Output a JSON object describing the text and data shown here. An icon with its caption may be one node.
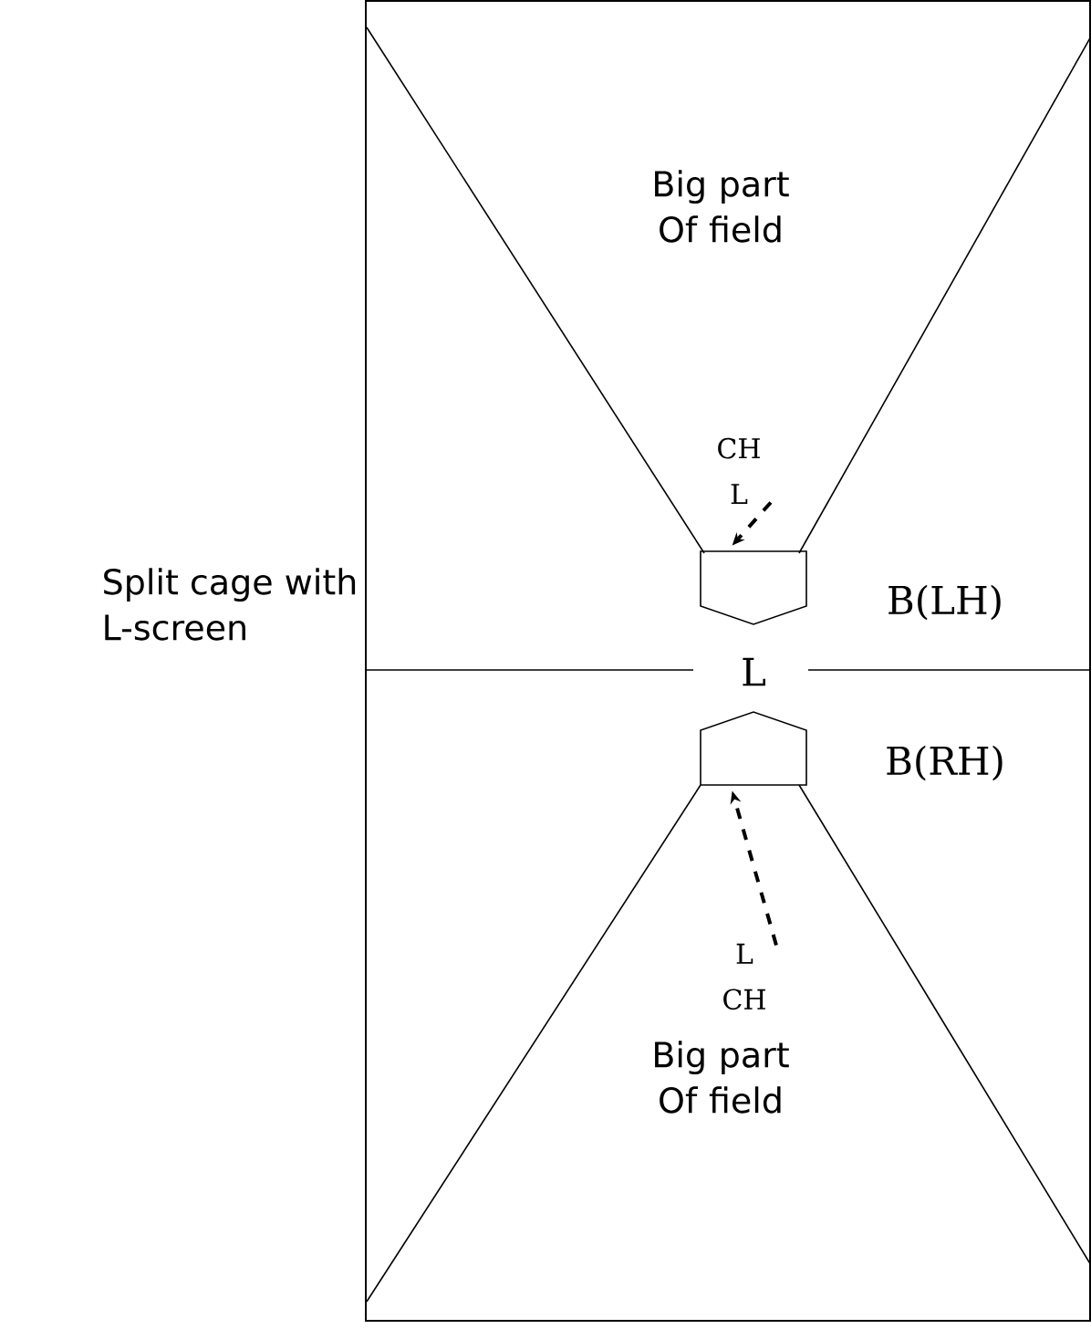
{
  "diagram": {
    "nodes": [
      {
        "text": [
          "Split cage with L-screen"
        ]
      },
      {
        "text": [],
        "shape": "pentagon",
        "in": 0,
        "beside": [
          "B(LH)"
        ]
      },
      {
        "text": [],
        "shape": "pentagon",
        "in": 0,
        "beside": [
          "B(RH)"
        ]
      },
      {
        "text": [
          "CH",
          "L"
        ],
        "in": 0
      },
      {
        "text": [
          "L",
          "CH"
        ],
        "in": 0
      }
    ],
    "edges": [
      {
        "from": 3,
        "to": 1,
        "arrow": "to",
        "style": "dashed"
      },
      {
        "from": 4,
        "to": 2,
        "arrow": "to",
        "style": "dashed"
      }
    ],
    "labels": [
      "Big part Of field",
      "L",
      "Big part Of field"
    ]
  }
}
